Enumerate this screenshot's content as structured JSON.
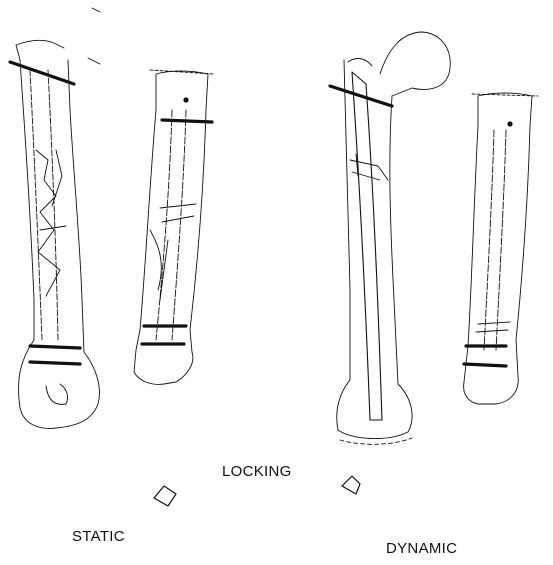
{
  "labels": {
    "locking": "LOCKING",
    "static": "STATIC",
    "dynamic": "DYNAMIC"
  },
  "colors": {
    "ink": "#111111",
    "background": "#ffffff"
  }
}
